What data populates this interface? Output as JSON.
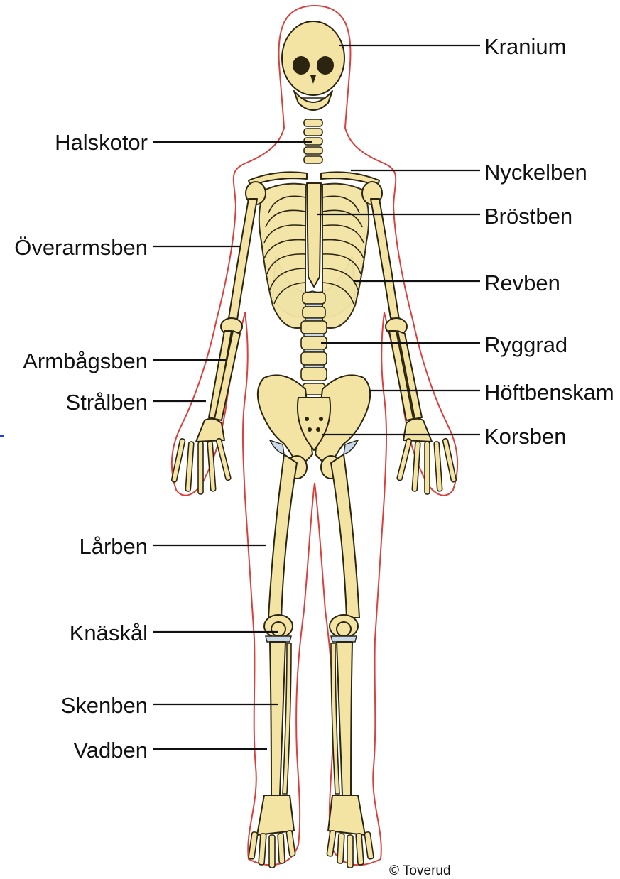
{
  "labels": {
    "kranium": "Kranium",
    "halskotor": "Halskotor",
    "nyckelben": "Nyckelben",
    "brostben": "Bröstben",
    "overarmsben": "Överarmsben",
    "revben": "Revben",
    "ryggrad": "Ryggrad",
    "armbagsben": "Armbågsben",
    "hoftbenskam": "Höftbenskam",
    "stralben": "Strålben",
    "korsben": "Korsben",
    "larben": "Lårben",
    "knaskal": "Knäskål",
    "skenben": "Skenben",
    "vadben": "Vadben"
  },
  "credit": "© Toverud",
  "colors": {
    "bone": "#f3e4a3",
    "cartilage": "#c9d9ec",
    "body_outline": "#d6433f",
    "leader": "#111111",
    "edge_link": "#1a3cff"
  }
}
